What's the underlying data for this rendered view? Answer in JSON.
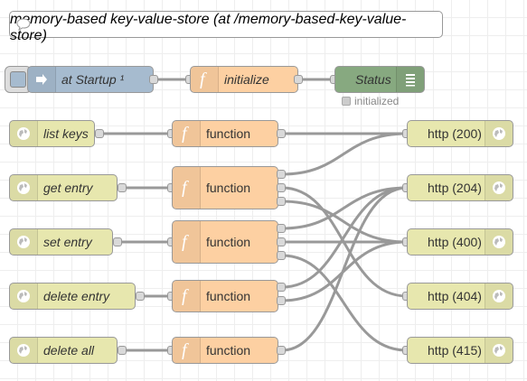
{
  "comment": {
    "text": "memory-based key-value-store (at /memory-based-key-value-store)"
  },
  "startup": {
    "inject_label": "at Startup ¹",
    "function_label": "initialize",
    "debug_label": "Status",
    "status_text": "initialized"
  },
  "inputs": [
    {
      "label": "list keys"
    },
    {
      "label": "get entry"
    },
    {
      "label": "set entry"
    },
    {
      "label": "delete entry"
    },
    {
      "label": "delete all"
    }
  ],
  "functions": [
    {
      "label": "function"
    },
    {
      "label": "function"
    },
    {
      "label": "function"
    },
    {
      "label": "function"
    },
    {
      "label": "function"
    }
  ],
  "responses": [
    {
      "label": "http (200)"
    },
    {
      "label": "http (204)"
    },
    {
      "label": "http (400)"
    },
    {
      "label": "http (404)"
    },
    {
      "label": "http (415)"
    }
  ],
  "icons": {
    "comment": "comment-icon",
    "inject": "arrow-right-icon",
    "function": "function-icon",
    "debug": "list-icon",
    "http_in": "globe-icon",
    "http_out": "globe-icon"
  },
  "colors": {
    "inject": "#a6bbcf",
    "function": "#fdd0a2",
    "debug": "#87a980",
    "http": "#e7e7ae",
    "wire": "#999999",
    "canvas_grid": "#eeeeee"
  }
}
